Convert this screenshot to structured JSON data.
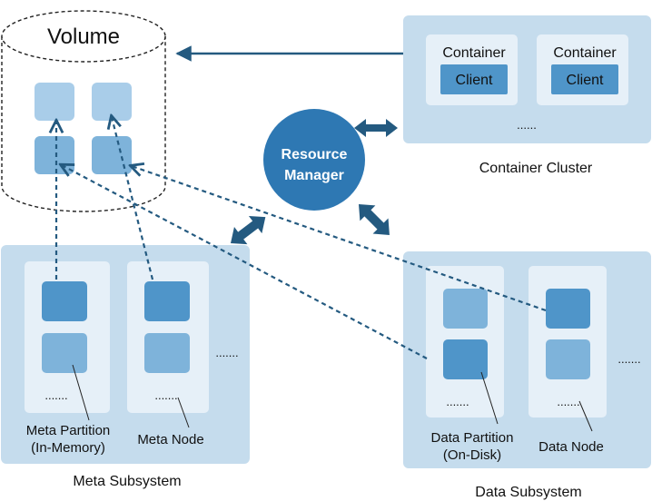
{
  "volume": {
    "label": "Volume"
  },
  "resource_manager": {
    "line1": "Resource",
    "line2": "Manager"
  },
  "container_cluster": {
    "caption": "Container Cluster",
    "containers": [
      {
        "label": "Container",
        "client": "Client"
      },
      {
        "label": "Container",
        "client": "Client"
      }
    ],
    "ellipsis": "......"
  },
  "meta_subsystem": {
    "caption": "Meta Subsystem",
    "ellipsis_outer": ".......",
    "ellipsis_node1": ".......",
    "ellipsis_node2": ".......",
    "partition_label_1": "Meta Partition",
    "partition_label_2": "(In-Memory)",
    "node_label": "Meta Node"
  },
  "data_subsystem": {
    "caption": "Data Subsystem",
    "ellipsis_outer": ".......",
    "ellipsis_node1": ".......",
    "ellipsis_node2": ".......",
    "partition_label_1": "Data Partition",
    "partition_label_2": "(On-Disk)",
    "node_label": "Data Node"
  },
  "colors": {
    "panel": "#c5dced",
    "inner_panel": "#e6f0f8",
    "block_dark": "#4f95c9",
    "block_mid": "#7eb3da",
    "block_light": "#a9cde9",
    "arrow": "#245a80",
    "manager": "#2e78b3"
  }
}
